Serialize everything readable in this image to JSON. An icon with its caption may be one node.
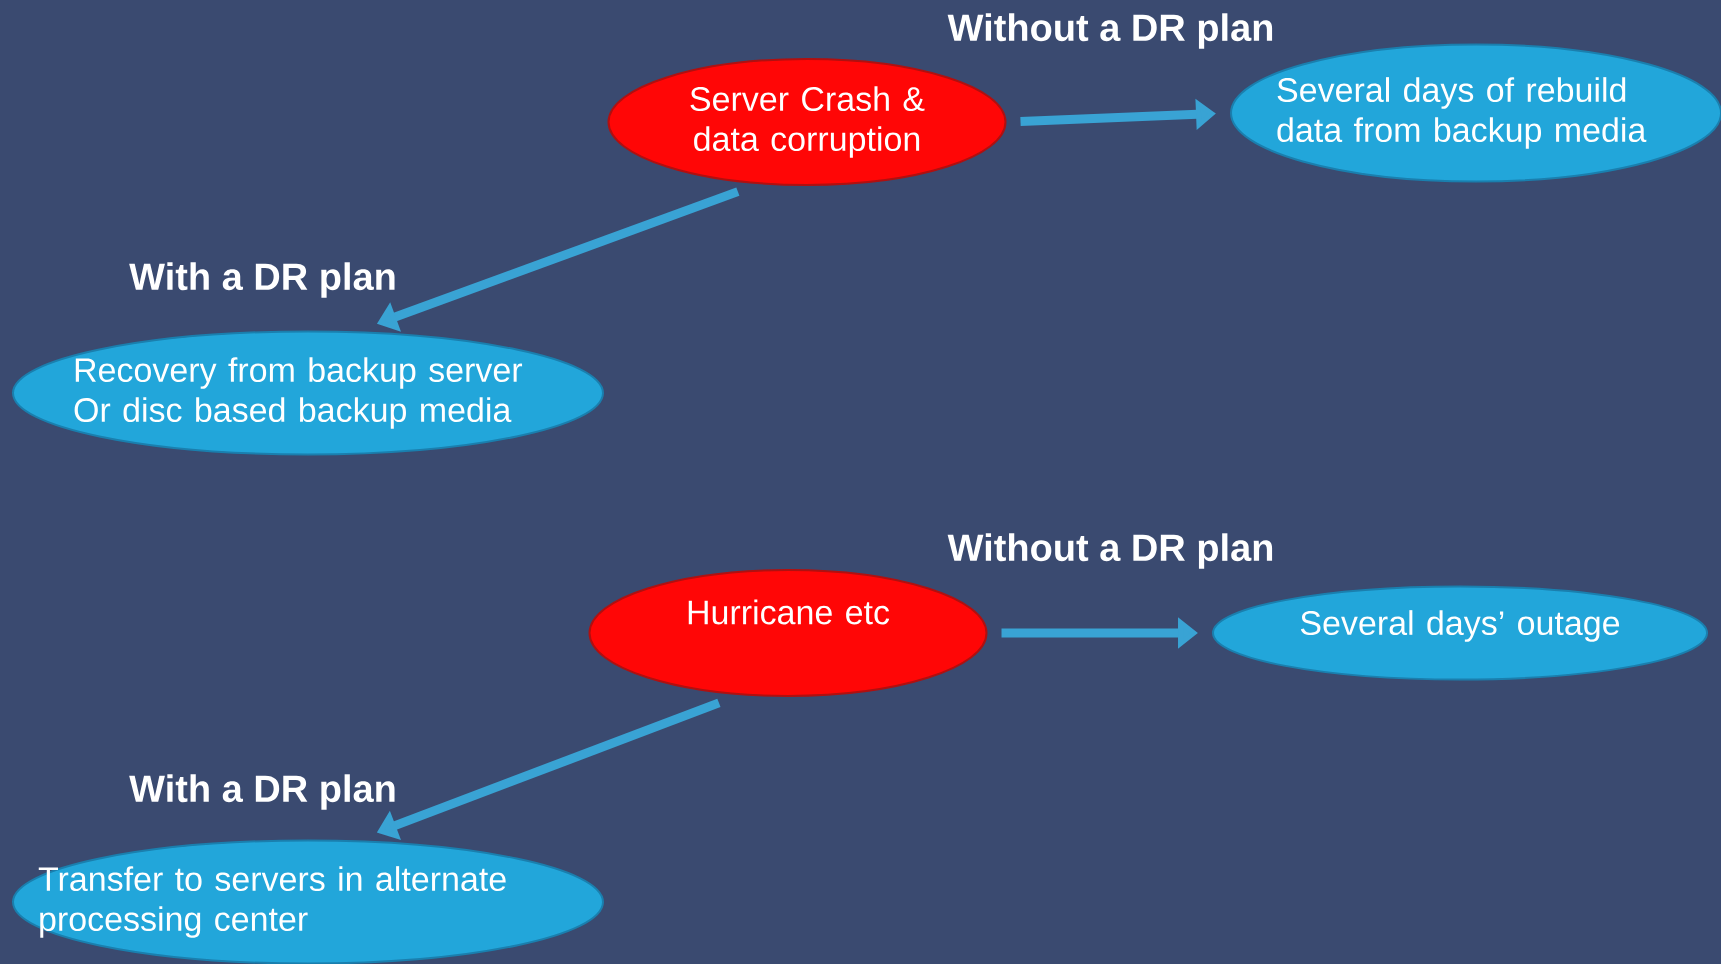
{
  "diagram": {
    "nodes": [
      {
        "text": [
          "Server Crash & data corruption"
        ]
      },
      {
        "text": [
          "Several days of rebuild data from backup media"
        ]
      },
      {
        "text": [
          "Recovery from backup server Or disc based backup media"
        ]
      },
      {
        "text": [
          "Hurricane etc"
        ]
      },
      {
        "text": [
          "Several days’ outage"
        ]
      },
      {
        "text": [
          "Transfer to servers in alternate processing center"
        ]
      }
    ],
    "edges": [
      {
        "from": 0,
        "to": 1,
        "arrow": "to",
        "label": "Without a DR plan"
      },
      {
        "from": 0,
        "to": 2,
        "arrow": "to",
        "label": "With a DR plan"
      },
      {
        "from": 3,
        "to": 4,
        "arrow": "to",
        "label": "Without a DR plan"
      },
      {
        "from": 3,
        "to": 5,
        "arrow": "to",
        "label": "With a DR plan"
      }
    ]
  }
}
